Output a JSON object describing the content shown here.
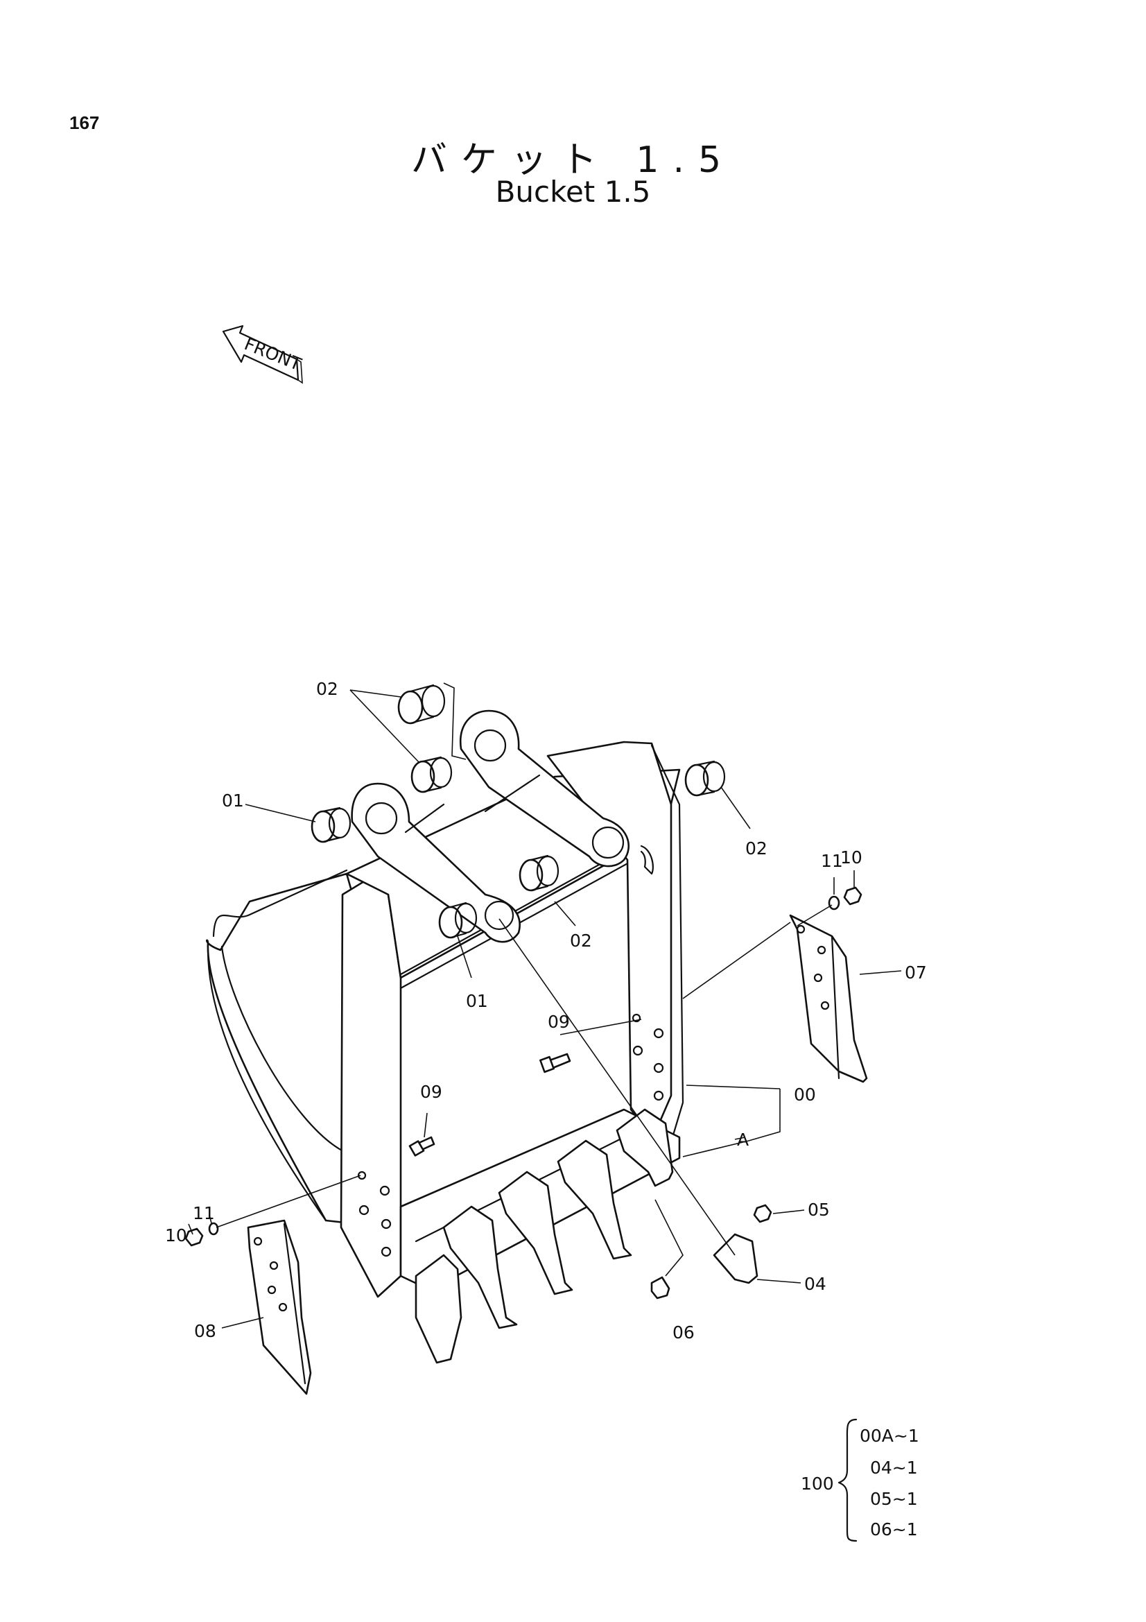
{
  "page_number": "167",
  "title_jp": "バケット 1.5",
  "title_en": "Bucket 1.5",
  "front_label": "FRONT",
  "callouts": {
    "c00": "00",
    "c01a": "01",
    "c01b": "01",
    "c02a": "02",
    "c02b": "02",
    "c02c": "02",
    "cA": "A",
    "c04": "04",
    "c05": "05",
    "c06": "06",
    "c07": "07",
    "c08": "08",
    "c09a": "09",
    "c09b": "09",
    "c10a": "10",
    "c10b": "10",
    "c11a": "11",
    "c11b": "11"
  },
  "assembly": {
    "label": "100",
    "items": [
      "00A~1",
      "04~1",
      "05~1",
      "06~1"
    ]
  }
}
